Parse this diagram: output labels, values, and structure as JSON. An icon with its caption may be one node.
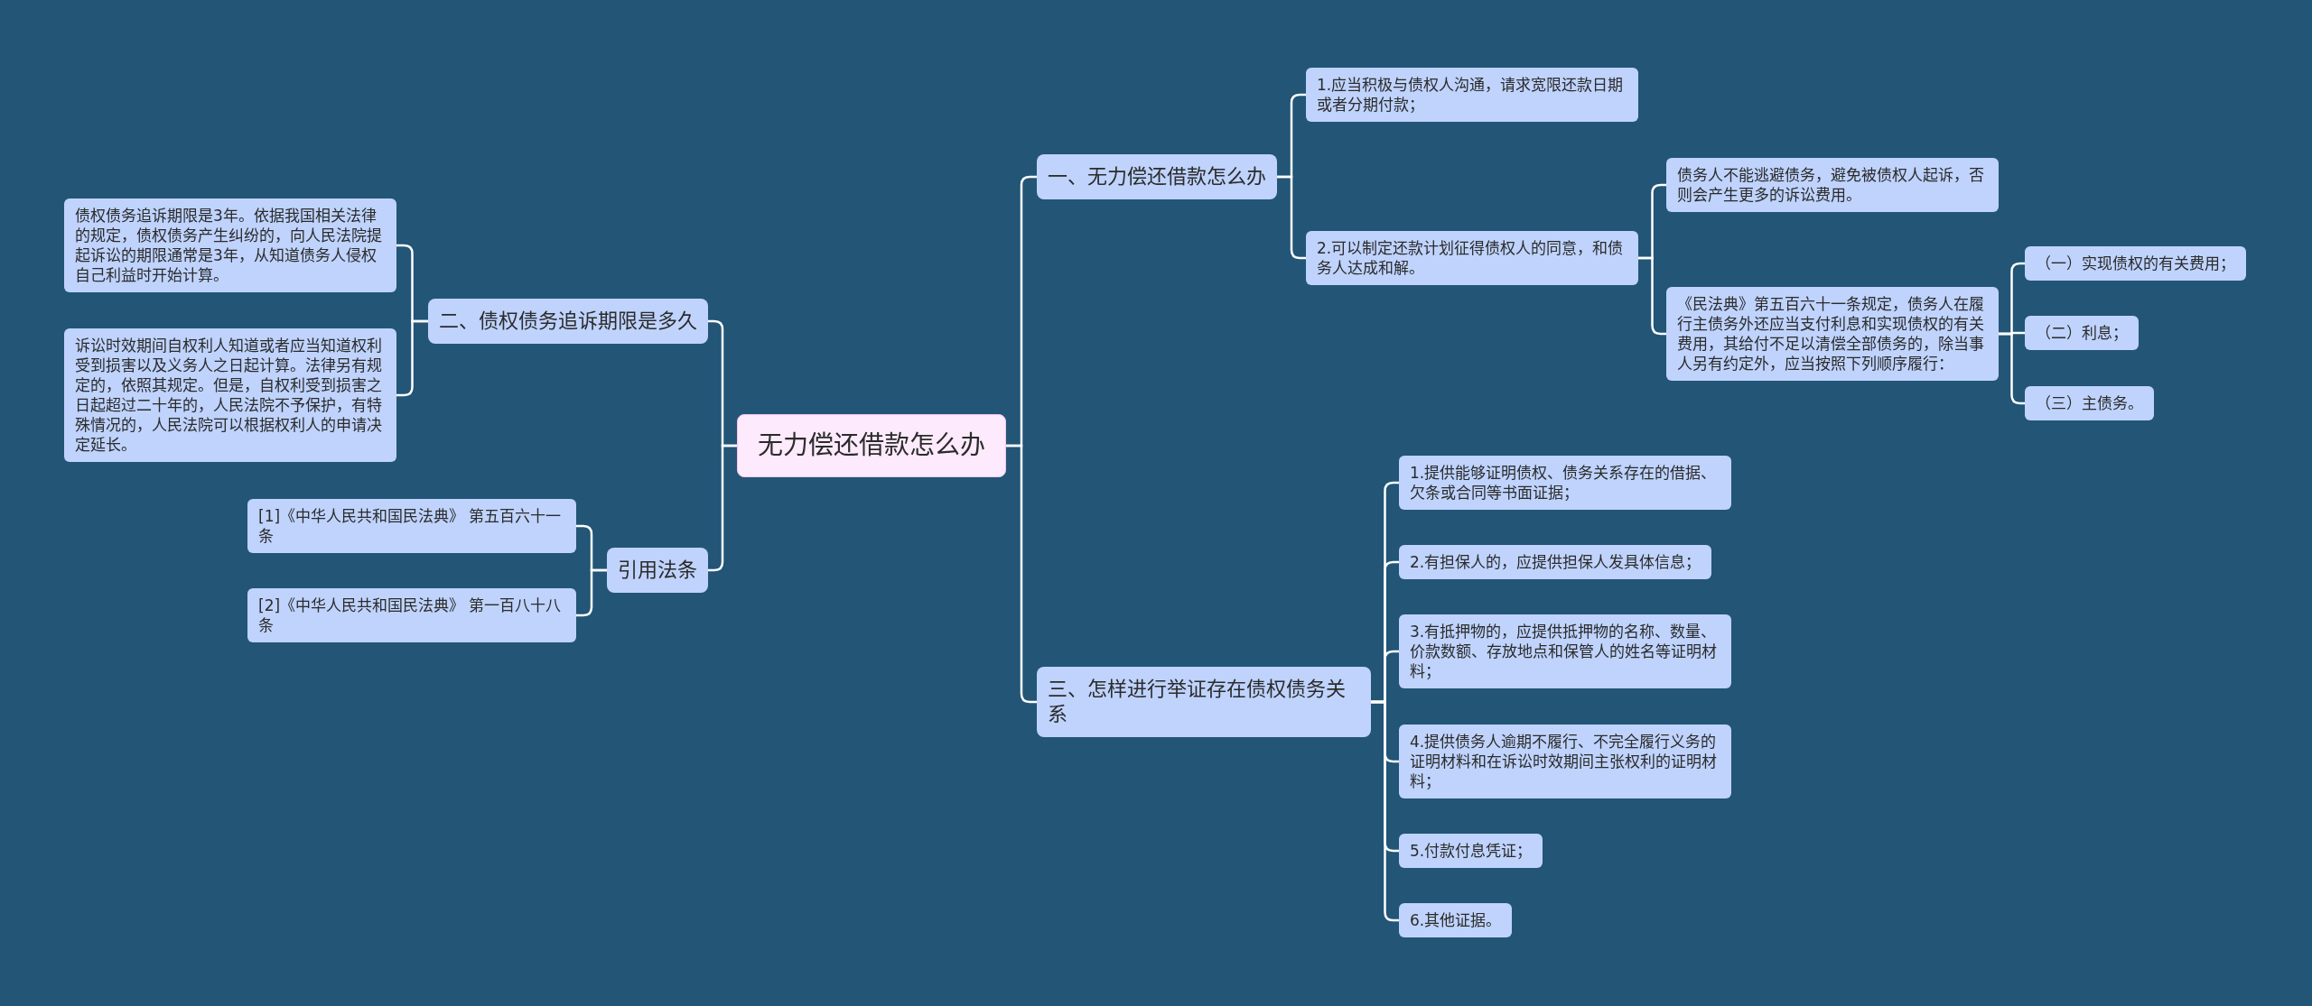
{
  "diagram": {
    "nodes": [
      {
        "text": [
          "无力偿还借款怎么办"
        ]
      },
      {
        "text": [
          "二、债权债务追诉期限是多久"
        ]
      },
      {
        "text": [
          "债权债务追诉期限是3年。依据我国相关法律的规定，债权债务产生纠纷的，向人民法院提起诉讼的期限通常是3年，从知道债务人侵权自己利益时开始计算。"
        ]
      },
      {
        "text": [
          "诉讼时效期间自权利人知道或者应当知道权利受到损害以及义务人之日起计算。法律另有规定的，依照其规定。但是，自权利受到损害之日起超过二十年的，人民法院不予保护，有特殊情况的，人民法院可以根据权利人的申请决定延长。"
        ]
      },
      {
        "text": [
          "引用法条"
        ]
      },
      {
        "text": [
          "[1]《中华人民共和国民法典》 第五百六十一条"
        ]
      },
      {
        "text": [
          "[2]《中华人民共和国民法典》 第一百八十八条"
        ]
      },
      {
        "text": [
          "一、无力偿还借款怎么办"
        ]
      },
      {
        "text": [
          "1.应当积极与债权人沟通，请求宽限还款日期或者分期付款；"
        ]
      },
      {
        "text": [
          "2.可以制定还款计划征得债权人的同意，和债务人达成和解。"
        ]
      },
      {
        "text": [
          "债务人不能逃避债务，避免被债权人起诉，否则会产生更多的诉讼费用。"
        ]
      },
      {
        "text": [
          "《民法典》第五百六十一条规定，债务人在履行主债务外还应当支付利息和实现债权的有关费用，其给付不足以清偿全部债务的，除当事人另有约定外，应当按照下列顺序履行："
        ]
      },
      {
        "text": [
          "（一）实现债权的有关费用；"
        ]
      },
      {
        "text": [
          "（二）利息；"
        ]
      },
      {
        "text": [
          "（三）主债务。"
        ]
      },
      {
        "text": [
          "三、怎样进行举证存在债权债务关系"
        ]
      },
      {
        "text": [
          "1.提供能够证明债权、债务关系存在的借据、欠条或合同等书面证据；"
        ]
      },
      {
        "text": [
          "2.有担保人的，应提供担保人发具体信息；"
        ]
      },
      {
        "text": [
          "3.有抵押物的，应提供抵押物的名称、数量、价款数额、存放地点和保管人的姓名等证明材料；"
        ]
      },
      {
        "text": [
          "4.提供债务人逾期不履行、不完全履行义务的证明材料和在诉讼时效期间主张权利的证明材料；"
        ]
      },
      {
        "text": [
          "5.付款付息凭证；"
        ]
      },
      {
        "text": [
          "6.其他证据。"
        ]
      }
    ],
    "edges": [
      {
        "from": 0,
        "to": 1,
        "arrow": "none"
      },
      {
        "from": 1,
        "to": 2,
        "arrow": "none"
      },
      {
        "from": 1,
        "to": 3,
        "arrow": "none"
      },
      {
        "from": 0,
        "to": 4,
        "arrow": "none"
      },
      {
        "from": 4,
        "to": 5,
        "arrow": "none"
      },
      {
        "from": 4,
        "to": 6,
        "arrow": "none"
      },
      {
        "from": 0,
        "to": 7,
        "arrow": "none"
      },
      {
        "from": 7,
        "to": 8,
        "arrow": "none"
      },
      {
        "from": 7,
        "to": 9,
        "arrow": "none"
      },
      {
        "from": 9,
        "to": 10,
        "arrow": "none"
      },
      {
        "from": 9,
        "to": 11,
        "arrow": "none"
      },
      {
        "from": 11,
        "to": 12,
        "arrow": "none"
      },
      {
        "from": 11,
        "to": 13,
        "arrow": "none"
      },
      {
        "from": 11,
        "to": 14,
        "arrow": "none"
      },
      {
        "from": 0,
        "to": 15,
        "arrow": "none"
      },
      {
        "from": 15,
        "to": 16,
        "arrow": "none"
      },
      {
        "from": 15,
        "to": 17,
        "arrow": "none"
      },
      {
        "from": 15,
        "to": 18,
        "arrow": "none"
      },
      {
        "from": 15,
        "to": 19,
        "arrow": "none"
      },
      {
        "from": 15,
        "to": 20,
        "arrow": "none"
      },
      {
        "from": 15,
        "to": 21,
        "arrow": "none"
      }
    ]
  }
}
